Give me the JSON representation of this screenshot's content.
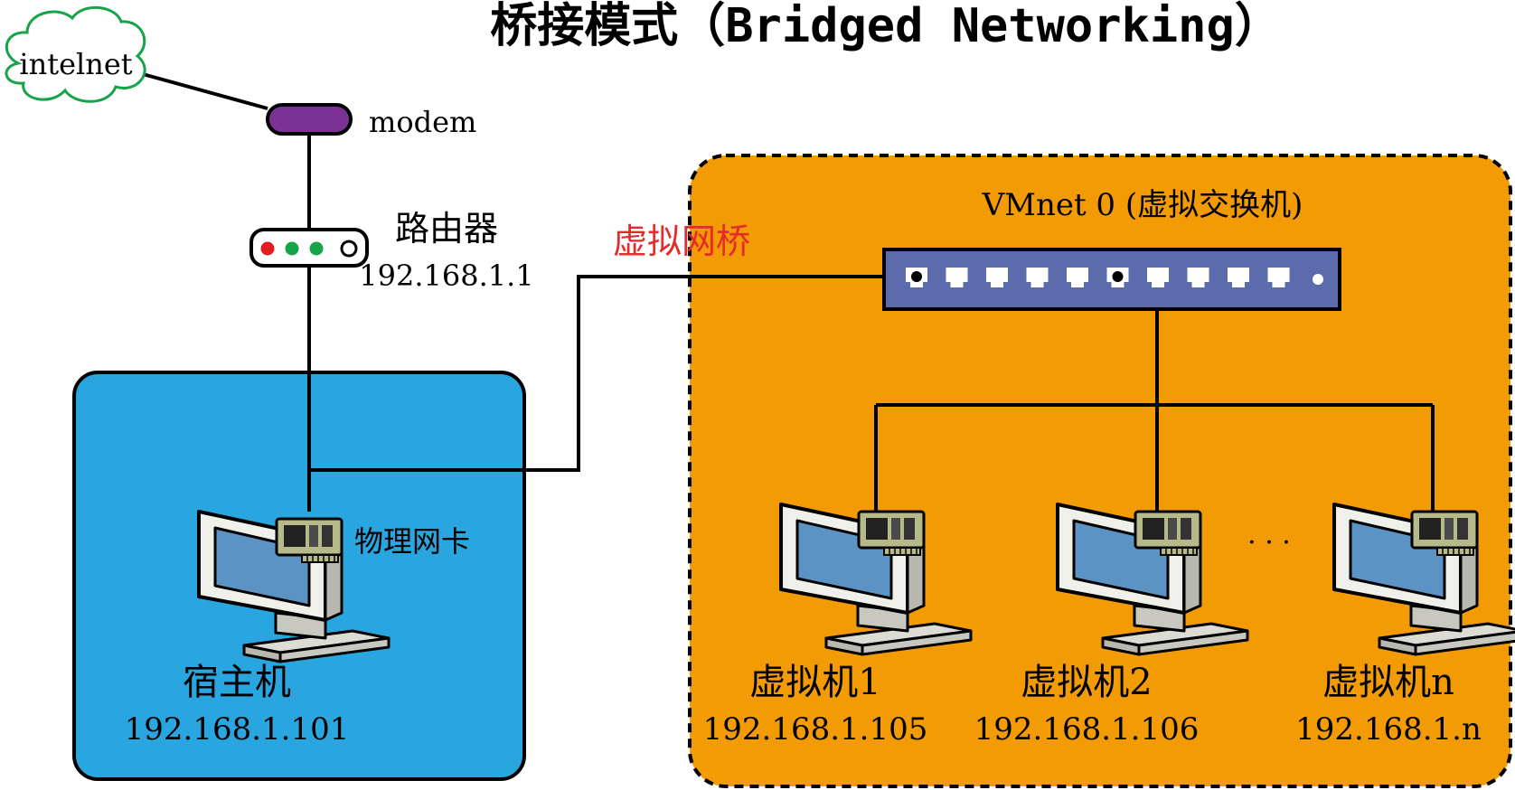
{
  "title": "桥接模式（Bridged Networking）",
  "colors": {
    "host_bg": "#29a6e0",
    "vm_bg": "#f29b05",
    "switch_bg": "#5b6bab",
    "modem": "#7b3294",
    "bridge_label": "#e52b2b",
    "line": "#000000"
  },
  "internet": {
    "label": "intelnet",
    "icon": "cloud-icon"
  },
  "modem": {
    "label": "modem",
    "icon": "modem-icon"
  },
  "router": {
    "label": "路由器",
    "ip": "192.168.1.1",
    "icon": "router-icon"
  },
  "bridge": {
    "label": "虚拟网桥"
  },
  "switch": {
    "label": "VMnet 0 (虚拟交换机)",
    "port_count": 10,
    "icon": "switch-icon"
  },
  "host": {
    "name": "宿主机",
    "ip": "192.168.1.101",
    "nic_label": "物理网卡",
    "icon": "computer-icon"
  },
  "vms": [
    {
      "name": "虚拟机1",
      "ip": "192.168.1.105"
    },
    {
      "name": "虚拟机2",
      "ip": "192.168.1.106"
    },
    {
      "name": "虚拟机n",
      "ip": "192.168.1.n"
    }
  ],
  "ellipsis": "· · ·"
}
